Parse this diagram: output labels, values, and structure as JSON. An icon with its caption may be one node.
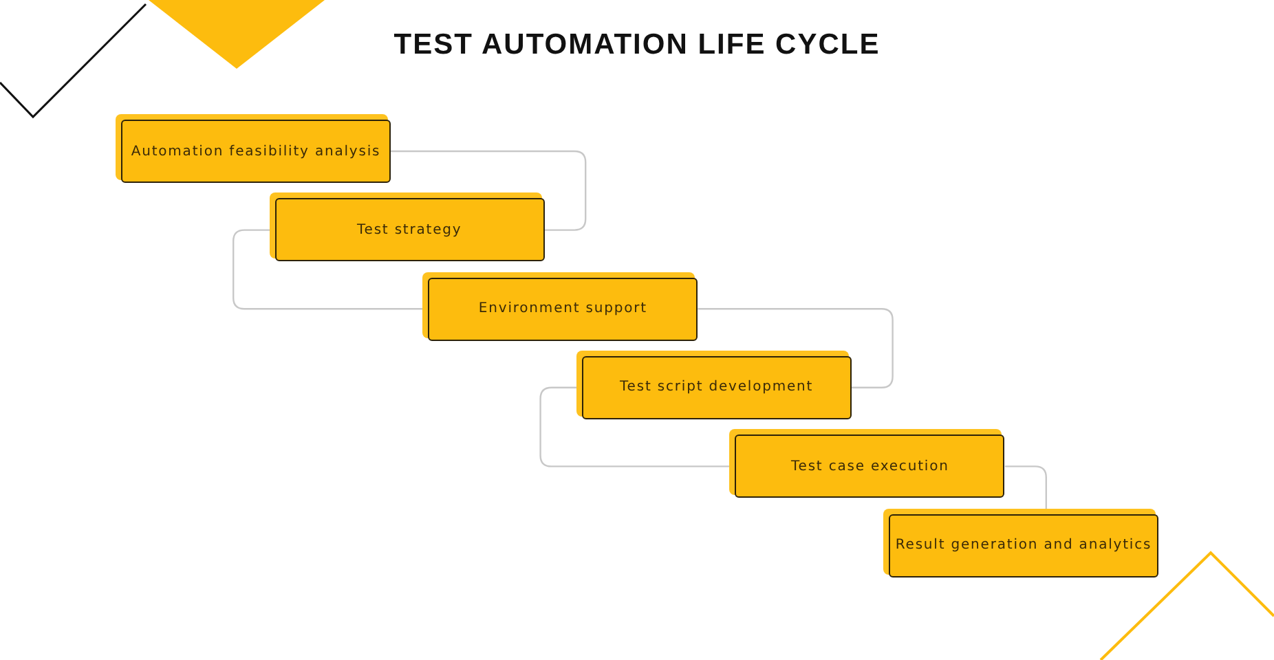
{
  "diagram": {
    "title": "TEST AUTOMATION LIFE CYCLE",
    "nodes": [
      {
        "text": [
          "Automation feasibility analysis"
        ]
      },
      {
        "text": [
          "Test strategy"
        ]
      },
      {
        "text": [
          "Environment support"
        ]
      },
      {
        "text": [
          "Test script development"
        ]
      },
      {
        "text": [
          "Test case execution"
        ]
      },
      {
        "text": [
          "Result generation and analytics"
        ]
      }
    ],
    "edges": [
      {
        "from": 0,
        "to": 1,
        "arrow": "none"
      },
      {
        "from": 1,
        "to": 2,
        "arrow": "none"
      },
      {
        "from": 2,
        "to": 3,
        "arrow": "none"
      },
      {
        "from": 3,
        "to": 4,
        "arrow": "none"
      },
      {
        "from": 4,
        "to": 5,
        "arrow": "none"
      }
    ]
  }
}
